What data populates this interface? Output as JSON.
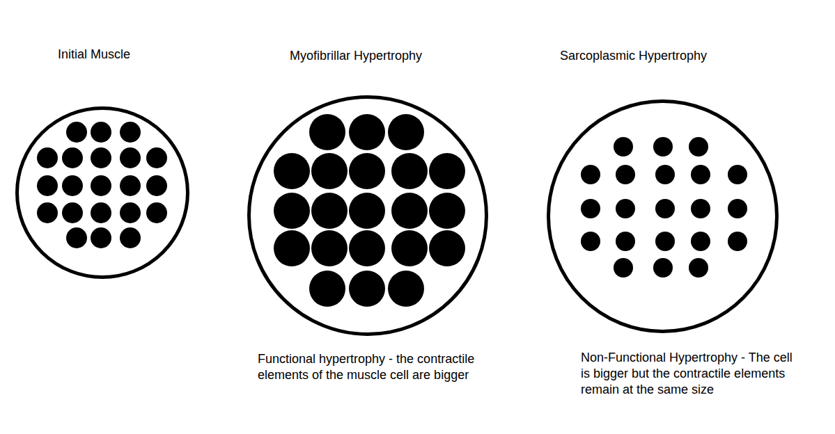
{
  "diagram": {
    "nodes": [
      {
        "text": [
          "Initial Muscle"
        ]
      },
      {
        "text": [
          "Myofibrillar Hypertrophy",
          "Functional hypertrophy - the contractile elements of the muscle cell are bigger"
        ]
      },
      {
        "text": [
          "Sarcoplasmic Hypertrophy",
          "Non-Functional Hypertrophy - The cell is bigger but the contractile elements remain at the same size"
        ]
      }
    ]
  }
}
